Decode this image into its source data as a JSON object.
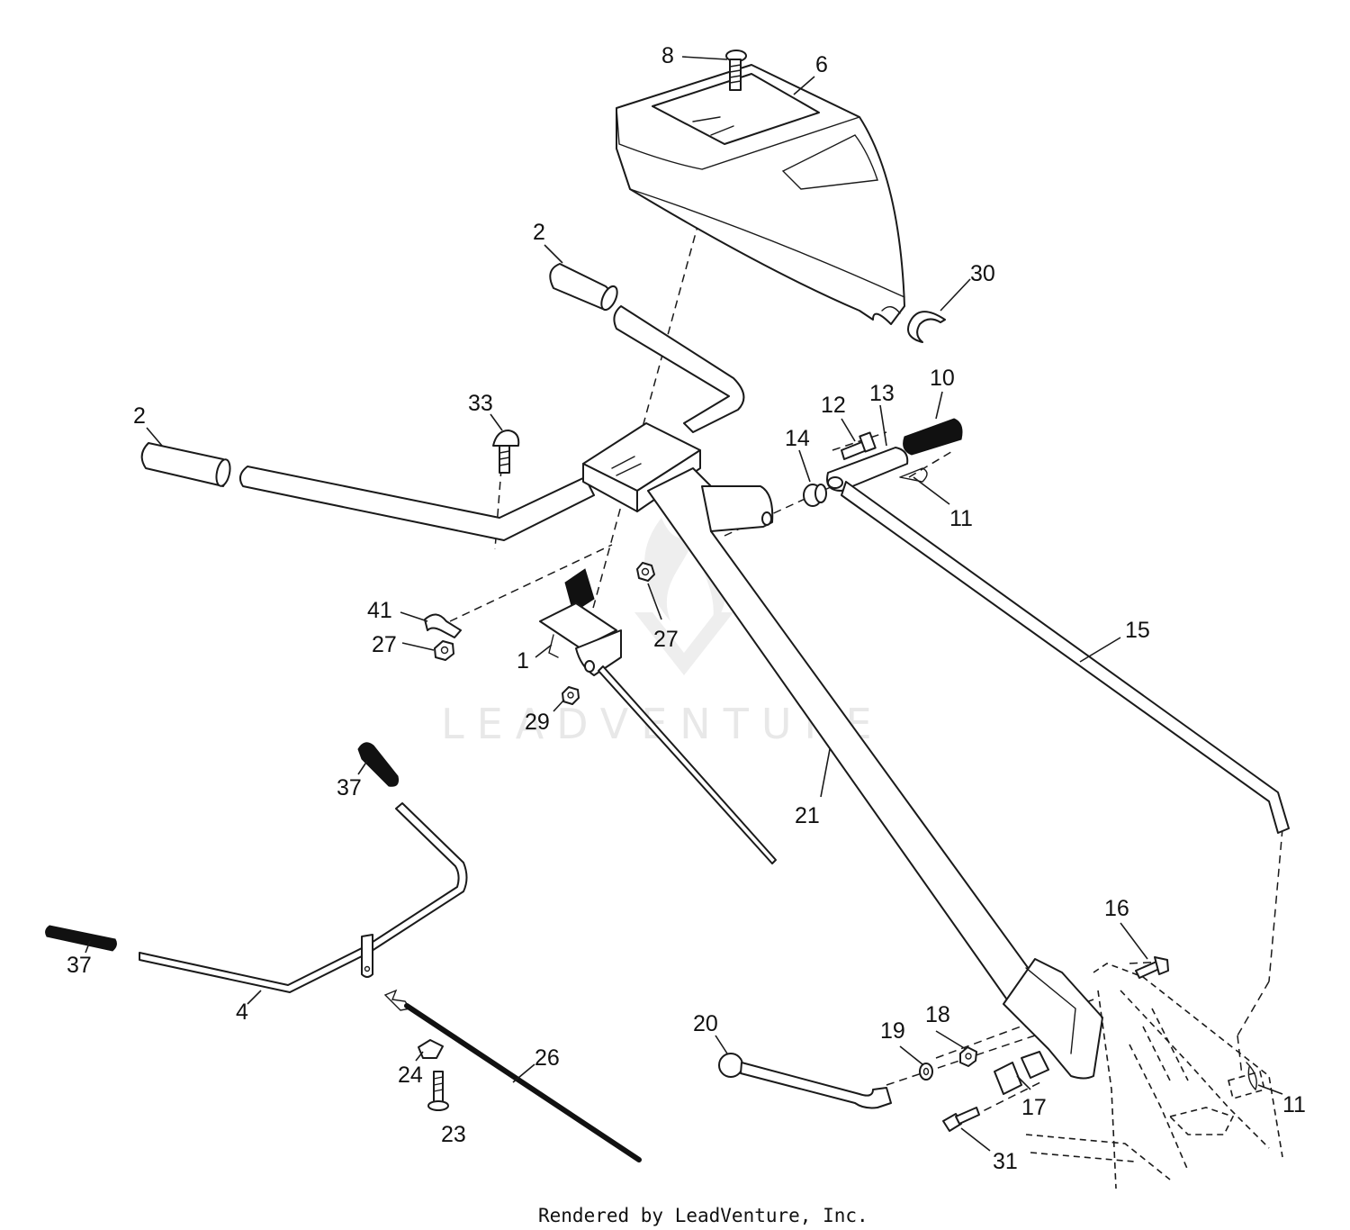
{
  "watermark": "LEADVENTURE",
  "footer": "Rendered by LeadVenture, Inc.",
  "callouts": {
    "c1": "1",
    "c2a": "2",
    "c2b": "2",
    "c4": "4",
    "c6": "6",
    "c8": "8",
    "c10": "10",
    "c11a": "11",
    "c11b": "11",
    "c12": "12",
    "c13": "13",
    "c14": "14",
    "c15": "15",
    "c16": "16",
    "c17": "17",
    "c18": "18",
    "c19": "19",
    "c20": "20",
    "c21": "21",
    "c23": "23",
    "c24": "24",
    "c26": "26",
    "c27a": "27",
    "c27b": "27",
    "c29": "29",
    "c30": "30",
    "c31": "31",
    "c33": "33",
    "c37a": "37",
    "c37b": "37",
    "c41": "41"
  }
}
